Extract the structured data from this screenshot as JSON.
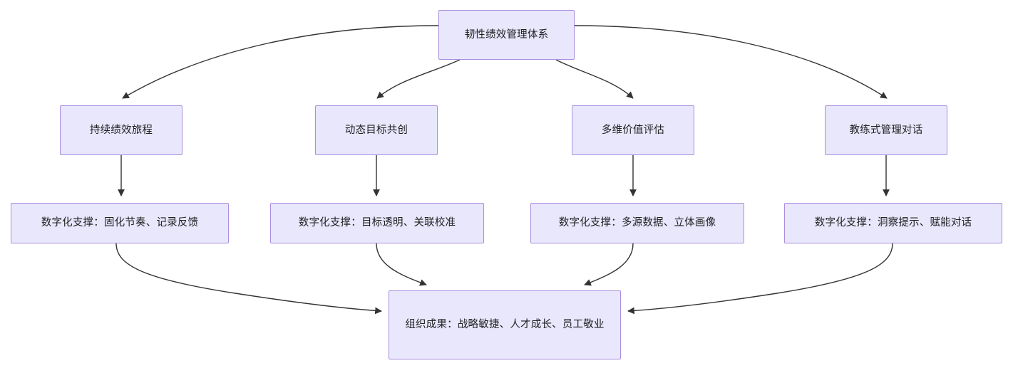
{
  "diagram": {
    "type": "flowchart",
    "direction": "top-down",
    "theme": {
      "node_fill": "#e8e7fb",
      "node_border": "#a98ee0",
      "edge_color": "#333333",
      "text_color": "#1f1f22",
      "background": "#ffffff"
    },
    "root": {
      "id": "root",
      "label": "韧性绩效管理体系"
    },
    "pillars": [
      {
        "id": "pillar-1",
        "label": "持续绩效旅程"
      },
      {
        "id": "pillar-2",
        "label": "动态目标共创"
      },
      {
        "id": "pillar-3",
        "label": "多维价值评估"
      },
      {
        "id": "pillar-4",
        "label": "教练式管理对话"
      }
    ],
    "digital_supports": [
      {
        "id": "digital-1",
        "label": "数字化支撑：固化节奏、记录反馈"
      },
      {
        "id": "digital-2",
        "label": "数字化支撑：目标透明、关联校准"
      },
      {
        "id": "digital-3",
        "label": "数字化支撑：多源数据、立体画像"
      },
      {
        "id": "digital-4",
        "label": "数字化支撑：洞察提示、赋能对话"
      }
    ],
    "outcome": {
      "id": "outcome",
      "label": "组织成果：战略敏捷、人才成长、员工敬业"
    },
    "edges": [
      {
        "from": "root",
        "to": "pillar-1",
        "arrow": "solid"
      },
      {
        "from": "root",
        "to": "pillar-2",
        "arrow": "solid"
      },
      {
        "from": "root",
        "to": "pillar-3",
        "arrow": "solid"
      },
      {
        "from": "root",
        "to": "pillar-4",
        "arrow": "solid"
      },
      {
        "from": "pillar-1",
        "to": "digital-1",
        "arrow": "solid"
      },
      {
        "from": "pillar-2",
        "to": "digital-2",
        "arrow": "solid"
      },
      {
        "from": "pillar-3",
        "to": "digital-3",
        "arrow": "solid"
      },
      {
        "from": "pillar-4",
        "to": "digital-4",
        "arrow": "solid"
      },
      {
        "from": "digital-1",
        "to": "outcome",
        "arrow": "solid"
      },
      {
        "from": "digital-2",
        "to": "outcome",
        "arrow": "solid"
      },
      {
        "from": "digital-3",
        "to": "outcome",
        "arrow": "solid"
      },
      {
        "from": "digital-4",
        "to": "outcome",
        "arrow": "solid"
      }
    ]
  }
}
